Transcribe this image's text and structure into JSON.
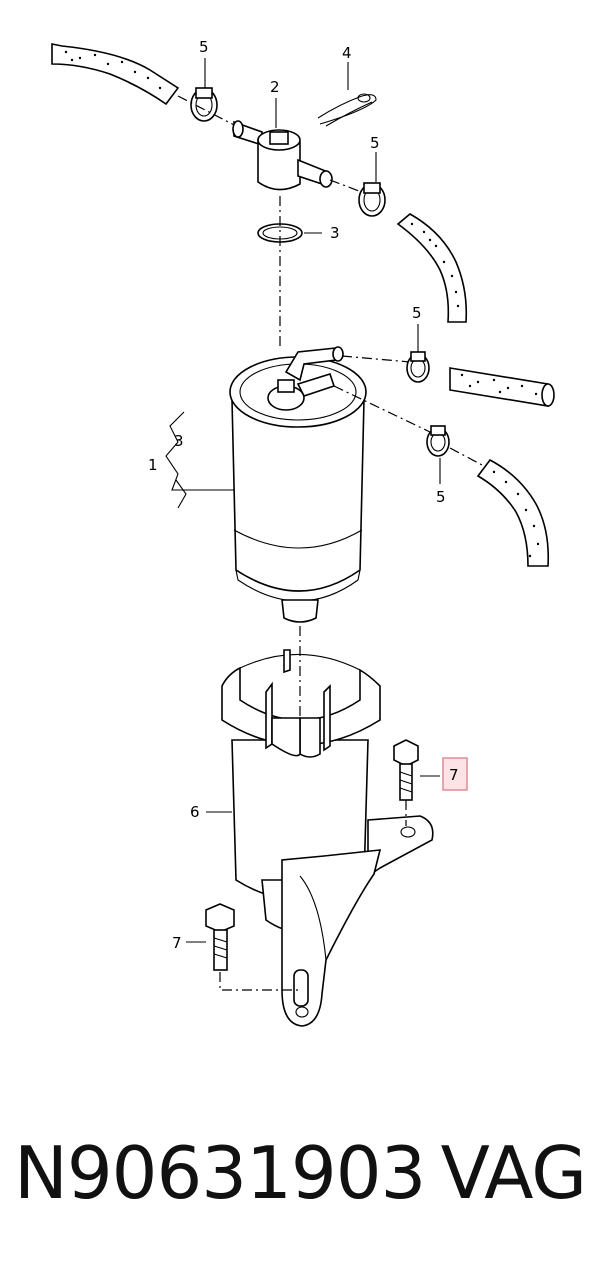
{
  "callouts": {
    "c1": "1",
    "c2": "2",
    "c3a": "3",
    "c3b": "3",
    "c4": "4",
    "c5a": "5",
    "c5b": "5",
    "c5c": "5",
    "c5d": "5",
    "c6": "6",
    "c7a": "7",
    "c7b": "7"
  },
  "highlight": {
    "label": "7",
    "color": "#e08b97"
  },
  "footer": {
    "part_number": "N90631903",
    "brand": "VAG"
  }
}
